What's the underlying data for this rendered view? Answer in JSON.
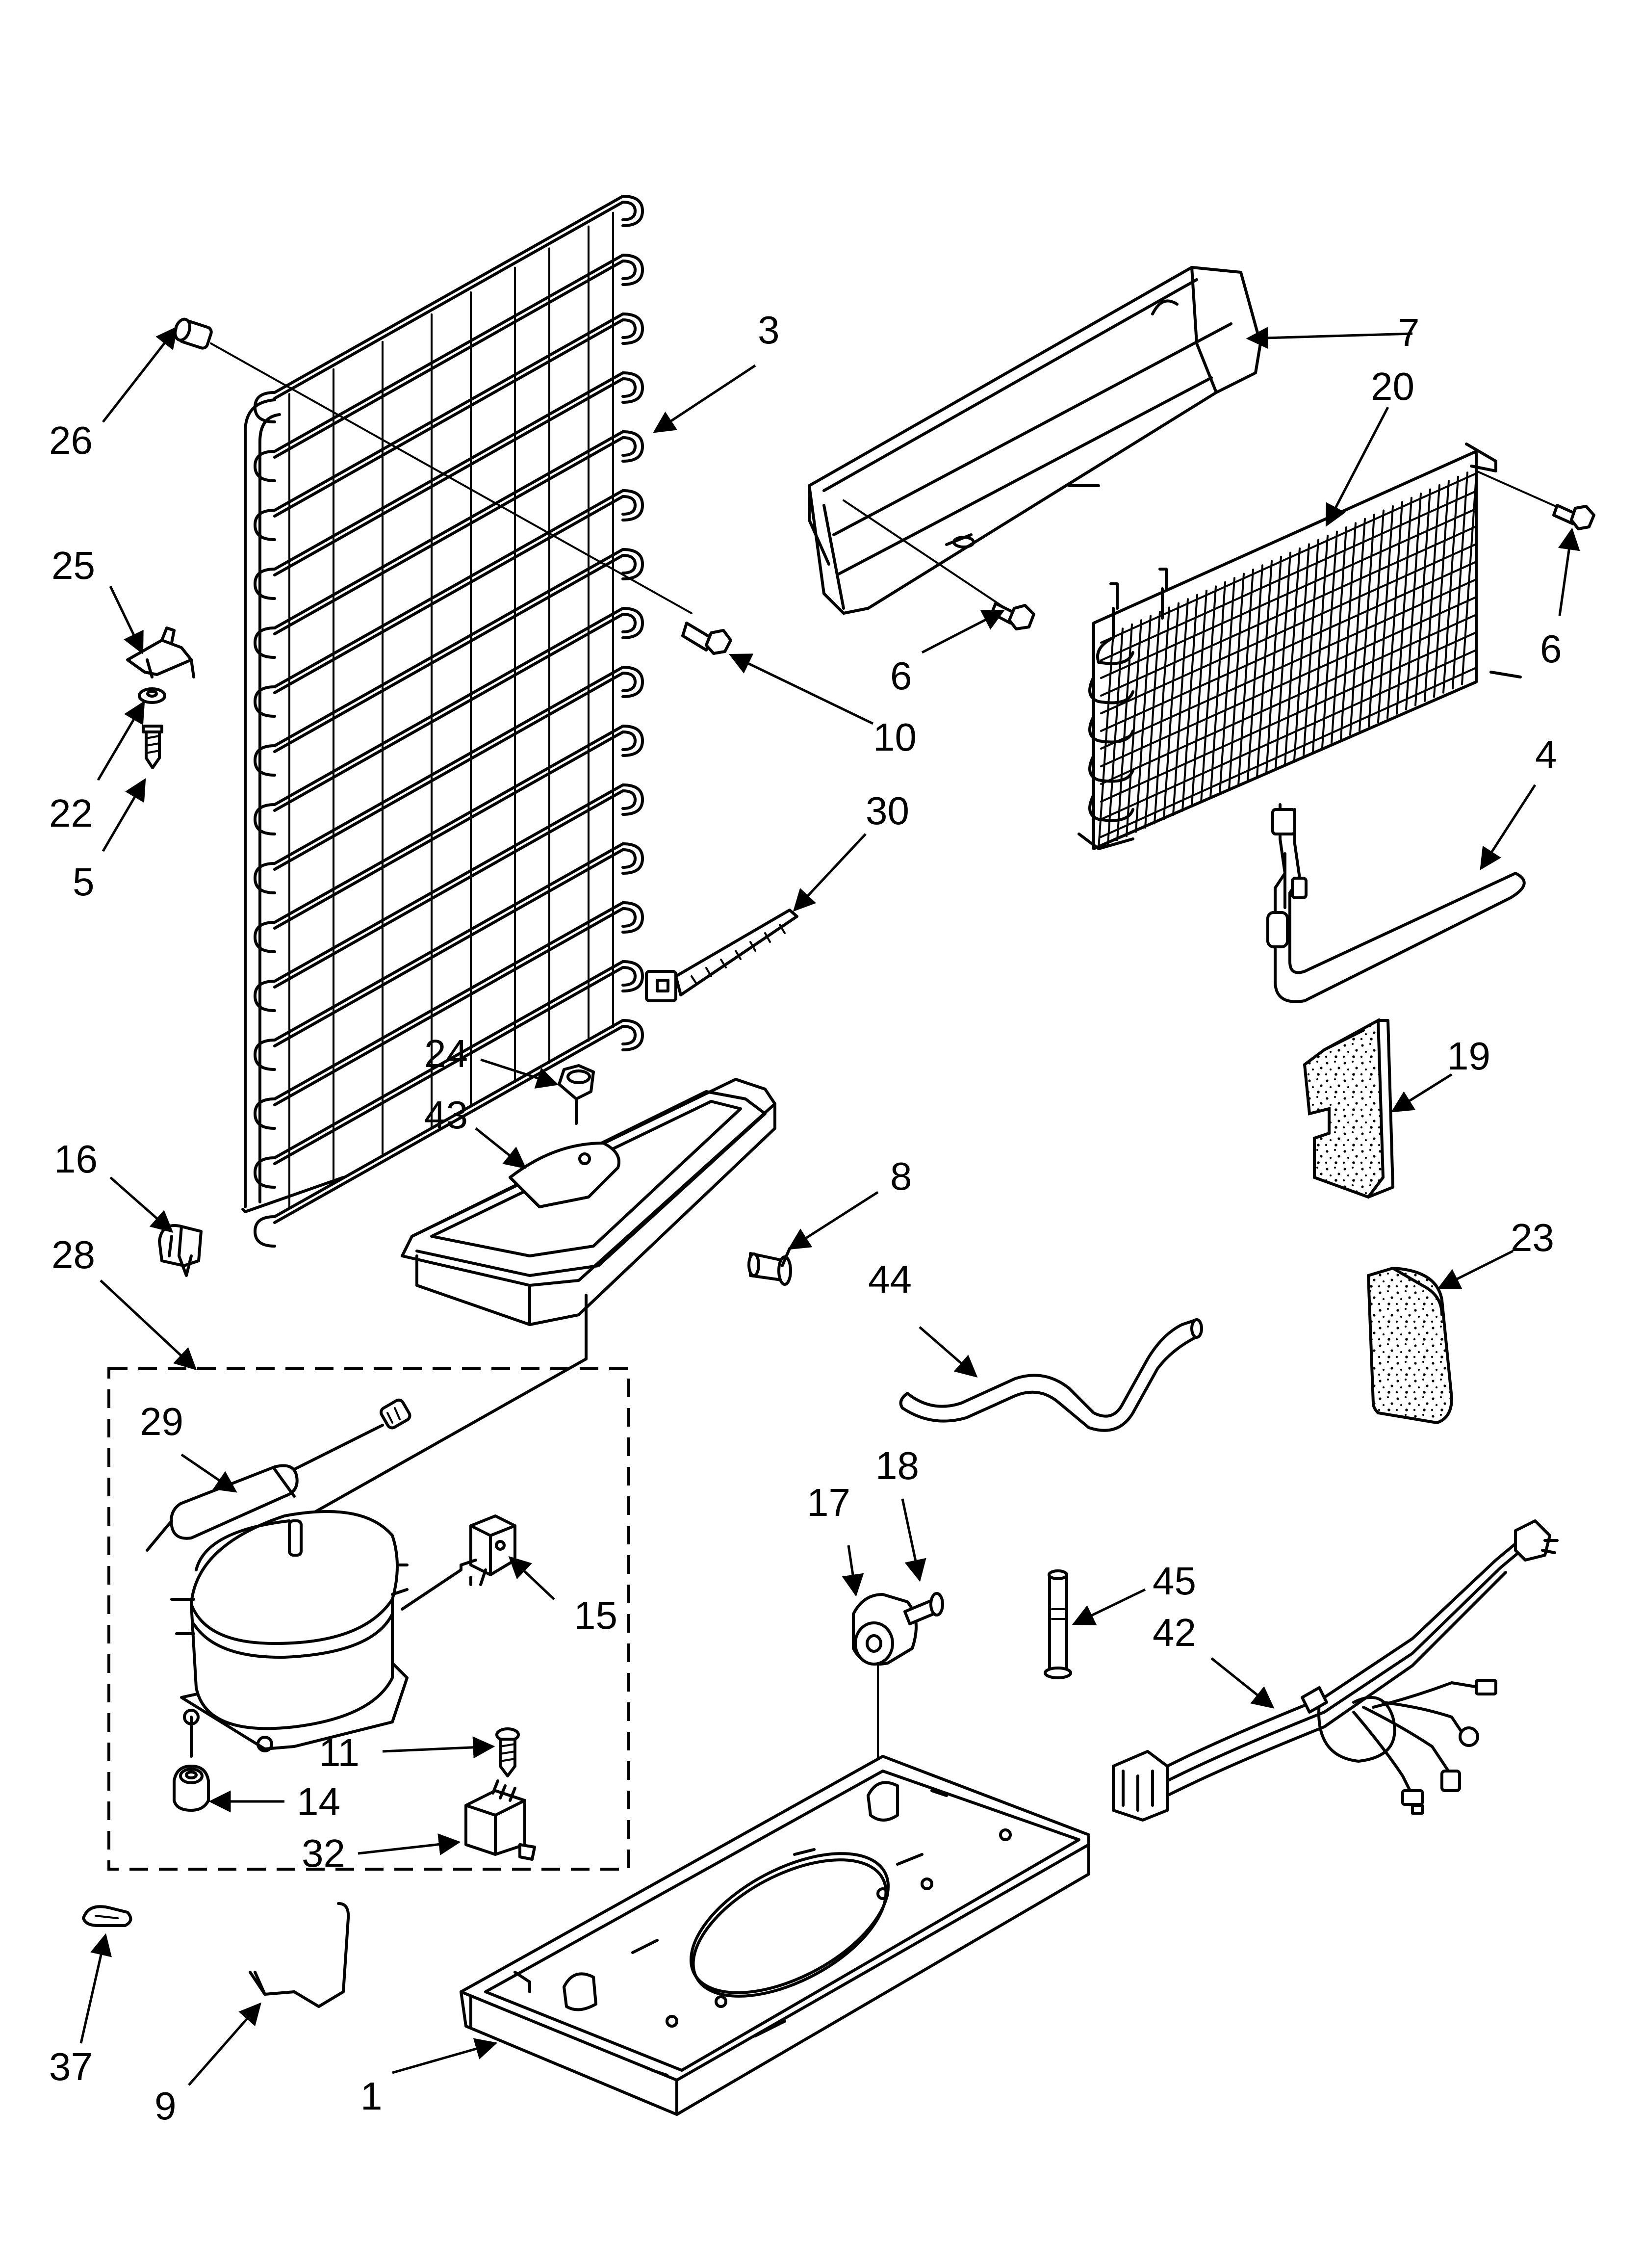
{
  "diagram": {
    "callouts": [
      {
        "id": "c1",
        "label": "1"
      },
      {
        "id": "c3",
        "label": "3"
      },
      {
        "id": "c4",
        "label": "4"
      },
      {
        "id": "c5",
        "label": "5"
      },
      {
        "id": "c6a",
        "label": "6"
      },
      {
        "id": "c6b",
        "label": "6"
      },
      {
        "id": "c7",
        "label": "7"
      },
      {
        "id": "c8",
        "label": "8"
      },
      {
        "id": "c9",
        "label": "9"
      },
      {
        "id": "c10",
        "label": "10"
      },
      {
        "id": "c11",
        "label": "11"
      },
      {
        "id": "c14",
        "label": "14"
      },
      {
        "id": "c15",
        "label": "15"
      },
      {
        "id": "c16",
        "label": "16"
      },
      {
        "id": "c17",
        "label": "17"
      },
      {
        "id": "c18",
        "label": "18"
      },
      {
        "id": "c19",
        "label": "19"
      },
      {
        "id": "c20",
        "label": "20"
      },
      {
        "id": "c22",
        "label": "22"
      },
      {
        "id": "c23",
        "label": "23"
      },
      {
        "id": "c24",
        "label": "24"
      },
      {
        "id": "c25",
        "label": "25"
      },
      {
        "id": "c26",
        "label": "26"
      },
      {
        "id": "c28",
        "label": "28"
      },
      {
        "id": "c29",
        "label": "29"
      },
      {
        "id": "c30",
        "label": "30"
      },
      {
        "id": "c32",
        "label": "32"
      },
      {
        "id": "c37",
        "label": "37"
      },
      {
        "id": "c42",
        "label": "42"
      },
      {
        "id": "c43",
        "label": "43"
      },
      {
        "id": "c44",
        "label": "44"
      },
      {
        "id": "c45",
        "label": "45"
      }
    ]
  }
}
